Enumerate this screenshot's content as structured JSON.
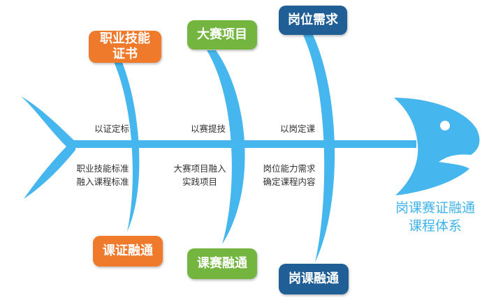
{
  "colors": {
    "fish_blue": "#46b6ee",
    "orange": "#ef7a2b",
    "green": "#74b53f",
    "navy": "#1f5f96",
    "title_blue": "#3fb3ea"
  },
  "top_boxes": [
    {
      "line1": "职业技能",
      "line2": "证书",
      "color": "#ef7a2b"
    },
    {
      "line1": "大赛项目",
      "line2": "",
      "color": "#74b53f"
    },
    {
      "line1": "岗位需求",
      "line2": "",
      "color": "#1f5f96"
    }
  ],
  "bottom_boxes": [
    {
      "text": "课证融通",
      "color": "#ef7a2b"
    },
    {
      "text": "课赛融通",
      "color": "#74b53f"
    },
    {
      "text": "岗课融通",
      "color": "#1f5f96"
    }
  ],
  "upper_labels": [
    "以证定标",
    "以赛提技",
    "以岗定课"
  ],
  "lower_labels": [
    {
      "line1": "职业技能标准",
      "line2": "融入课程标准"
    },
    {
      "line1": "大赛项目融入",
      "line2": "实践项目"
    },
    {
      "line1": "岗位能力需求",
      "line2": "确定课程内容"
    }
  ],
  "head_title": {
    "line1": "岗课赛证融通",
    "line2": "课程体系"
  },
  "icons": [
    "fish-head-icon",
    "fish-tail-icon",
    "fish-eye-icon"
  ]
}
